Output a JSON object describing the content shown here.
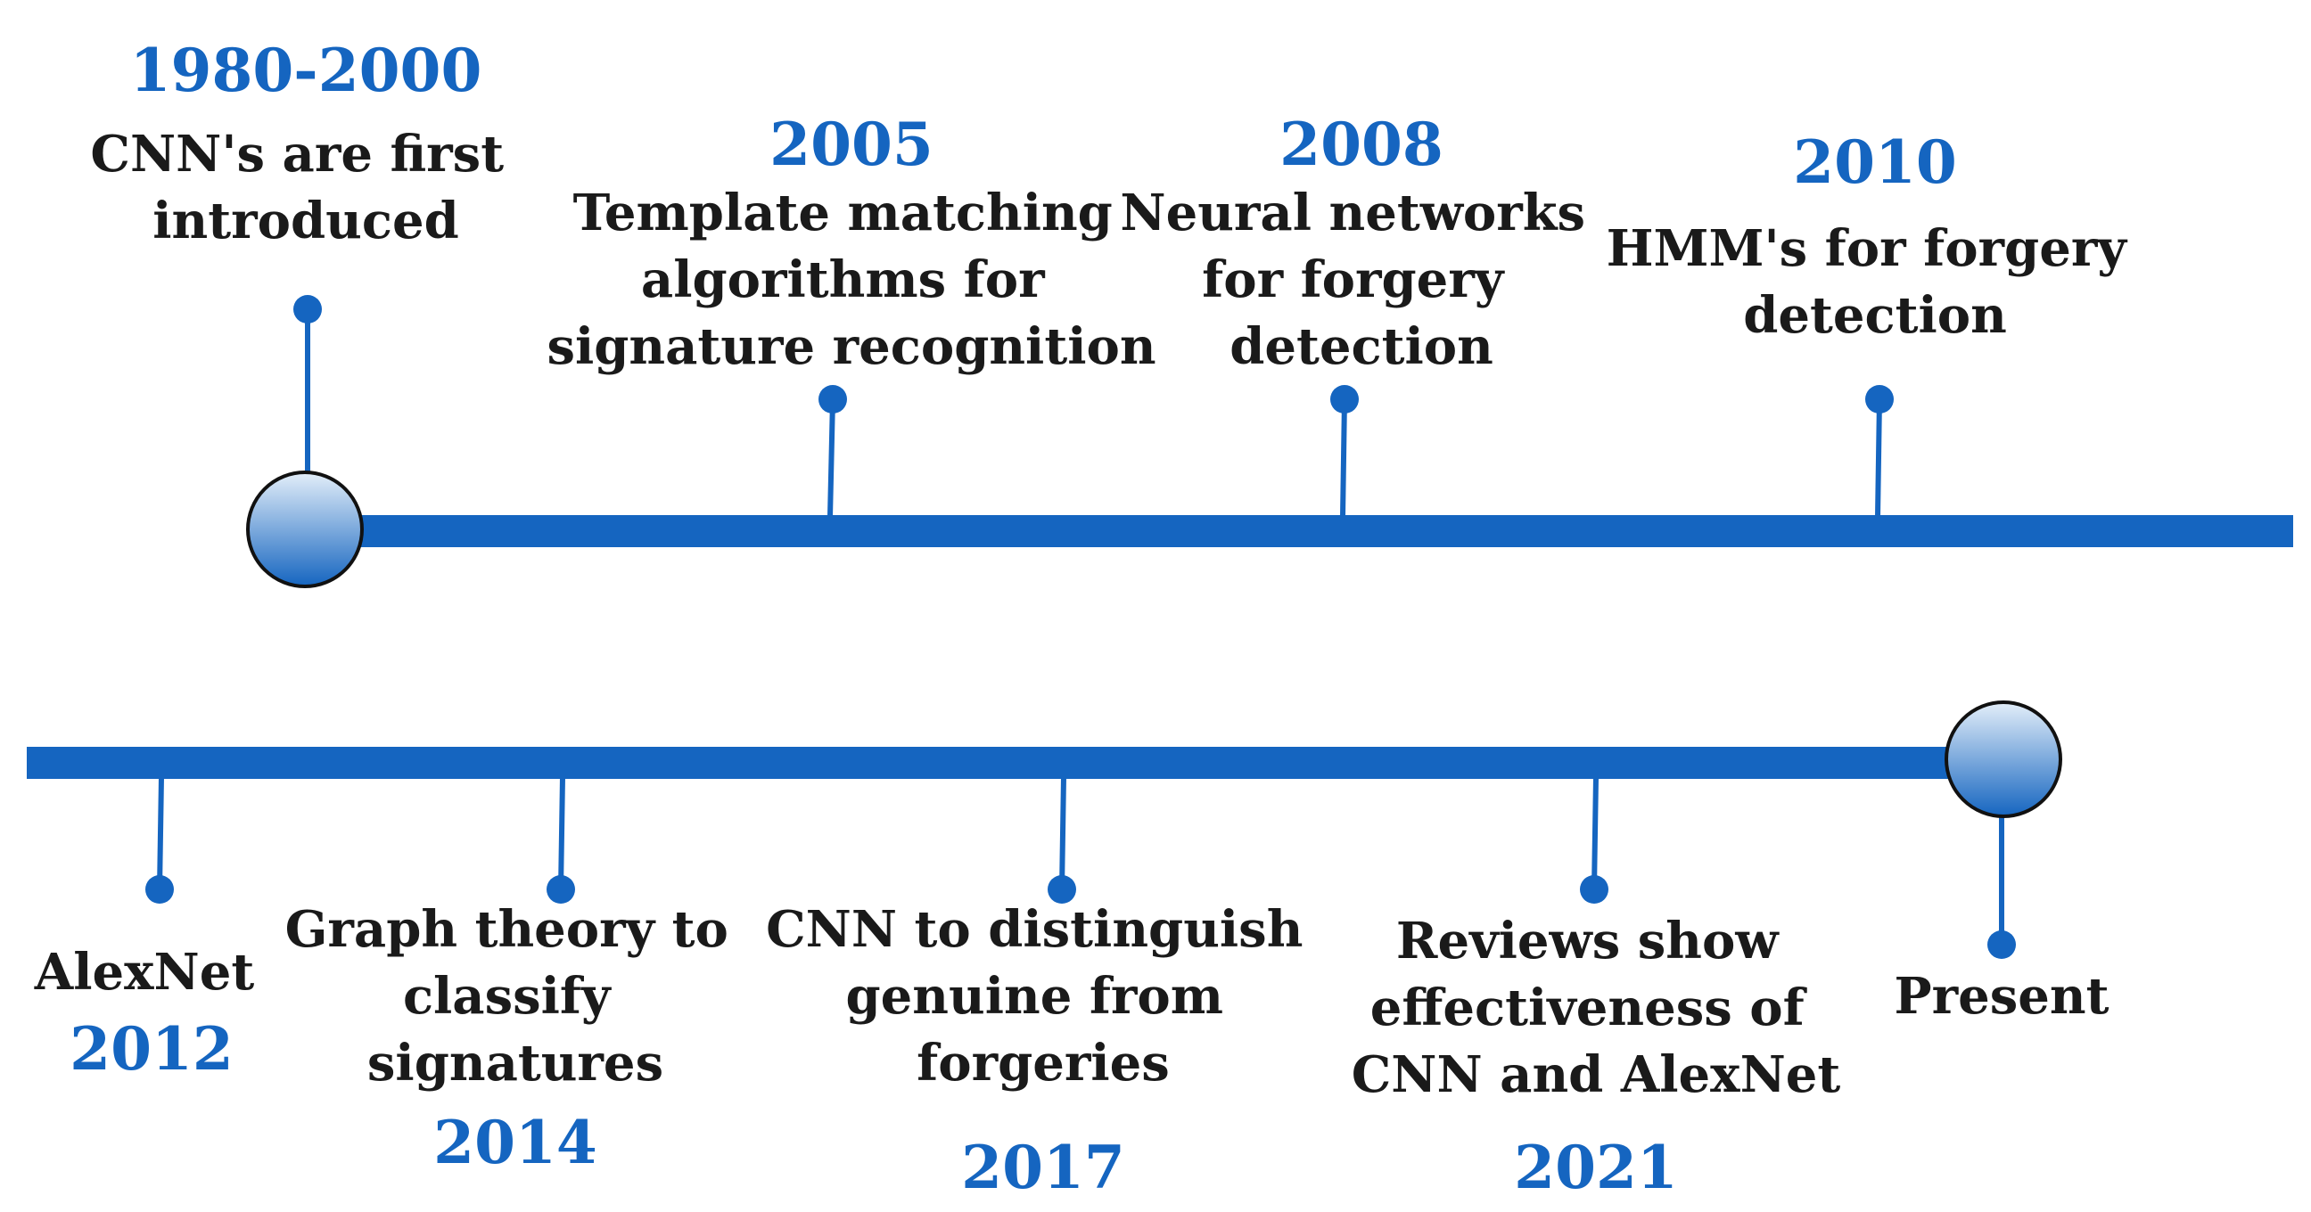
{
  "colors": {
    "accent": "#1565C0",
    "text": "#1a1a1a",
    "node_outline": "#111111",
    "node_light": "#E3EEF9",
    "node_dark": "#1565C0"
  },
  "timeline": {
    "top_row": [
      {
        "year": "1980-2000",
        "lines": [
          "CNN's are first",
          "introduced"
        ]
      },
      {
        "year": "2005",
        "lines": [
          "Template matching",
          "algorithms for",
          "signature recognition"
        ]
      },
      {
        "year": "2008",
        "lines": [
          "Neural networks",
          "for forgery",
          "detection"
        ]
      },
      {
        "year": "2010",
        "lines": [
          "HMM's for forgery",
          "detection"
        ]
      }
    ],
    "bottom_row": [
      {
        "year": "2012",
        "lines": [
          "AlexNet"
        ]
      },
      {
        "year": "2014",
        "lines": [
          "Graph theory to",
          "classify",
          "signatures"
        ]
      },
      {
        "year": "2017",
        "lines": [
          "CNN to distinguish",
          "genuine from",
          "forgeries"
        ]
      },
      {
        "year": "2021",
        "lines": [
          "Reviews show",
          "effectiveness of",
          "CNN and AlexNet"
        ]
      },
      {
        "lines": [
          "Present"
        ]
      }
    ]
  }
}
